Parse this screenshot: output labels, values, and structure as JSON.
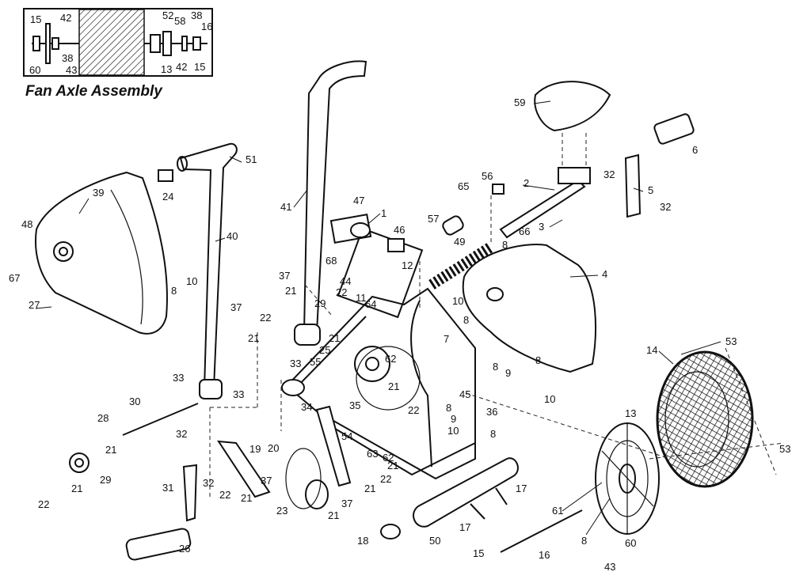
{
  "inset": {
    "title": "Fan Axle Assembly",
    "labels": {
      "l15a": "15",
      "l42a": "42",
      "l38a": "38",
      "l60": "60",
      "l43": "43",
      "l52": "52",
      "l58": "58",
      "l38b": "38",
      "l16": "16",
      "l42b": "42",
      "l15b": "15",
      "l13": "13"
    }
  },
  "labels": {
    "p1": "1",
    "p2": "2",
    "p3": "3",
    "p4": "4",
    "p5": "5",
    "p6": "6",
    "p7": "7",
    "p8a": "8",
    "p8b": "8",
    "p8c": "8",
    "p8d": "8",
    "p8e": "8",
    "p8f": "8",
    "p8g": "8",
    "p8h": "8",
    "p9a": "9",
    "p9b": "9",
    "p10a": "10",
    "p10b": "10",
    "p10c": "10",
    "p10d": "10",
    "p11": "11",
    "p12": "12",
    "p13": "13",
    "p14": "14",
    "p15": "15",
    "p16": "16",
    "p17a": "17",
    "p17b": "17",
    "p18": "18",
    "p19": "19",
    "p20": "20",
    "p21a": "21",
    "p21b": "21",
    "p21c": "21",
    "p21d": "21",
    "p21e": "21",
    "p21f": "21",
    "p21g": "21",
    "p21h": "21",
    "p21i": "21",
    "p21j": "21",
    "p22a": "22",
    "p22b": "22",
    "p22c": "22",
    "p22d": "22",
    "p22e": "22",
    "p22f": "22",
    "p23": "23",
    "p24": "24",
    "p25": "25",
    "p26": "26",
    "p27": "27",
    "p28": "28",
    "p29a": "29",
    "p29b": "29",
    "p30": "30",
    "p31": "31",
    "p32a": "32",
    "p32b": "32",
    "p32c": "32",
    "p32d": "32",
    "p33a": "33",
    "p33b": "33",
    "p33c": "33",
    "p34": "34",
    "p35": "35",
    "p36": "36",
    "p37a": "37",
    "p37b": "37",
    "p37c": "37",
    "p37d": "37",
    "p39": "39",
    "p40": "40",
    "p41": "41",
    "p43": "43",
    "p44": "44",
    "p45": "45",
    "p46": "46",
    "p47": "47",
    "p48": "48",
    "p49": "49",
    "p50": "50",
    "p51": "51",
    "p53a": "53",
    "p53b": "53",
    "p54": "54",
    "p55": "55",
    "p56": "56",
    "p57": "57",
    "p59": "59",
    "p60": "60",
    "p61": "61",
    "p62a": "62",
    "p62b": "62",
    "p63": "63",
    "p64": "64",
    "p65": "65",
    "p66": "66",
    "p67": "67",
    "p68": "68"
  },
  "colors": {
    "ink": "#111111",
    "paper": "#ffffff"
  }
}
